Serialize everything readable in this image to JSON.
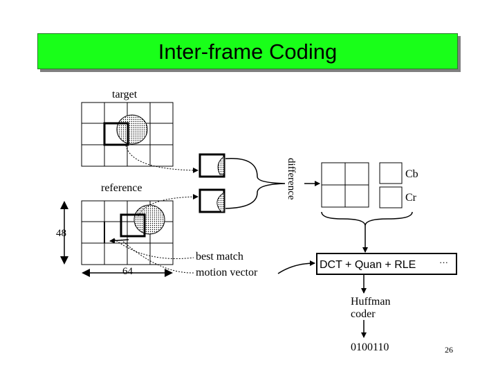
{
  "slide": {
    "title": "Inter-frame Coding",
    "page_number": "26"
  },
  "diagram": {
    "labels": {
      "target": "target",
      "reference": "reference",
      "difference": "difference",
      "cb": "Cb",
      "cr": "Cr",
      "height": "48",
      "width": "64",
      "best_match": "best match",
      "motion_vector": "motion vector",
      "process": "DCT + Quan + RLE",
      "process_ellipsis": "···",
      "huffman_line1": "Huffman",
      "huffman_line2": "coder",
      "bits": "0100110"
    },
    "colors": {
      "title_background": "#19ff19",
      "title_shadow": "#7f7f7f"
    }
  }
}
